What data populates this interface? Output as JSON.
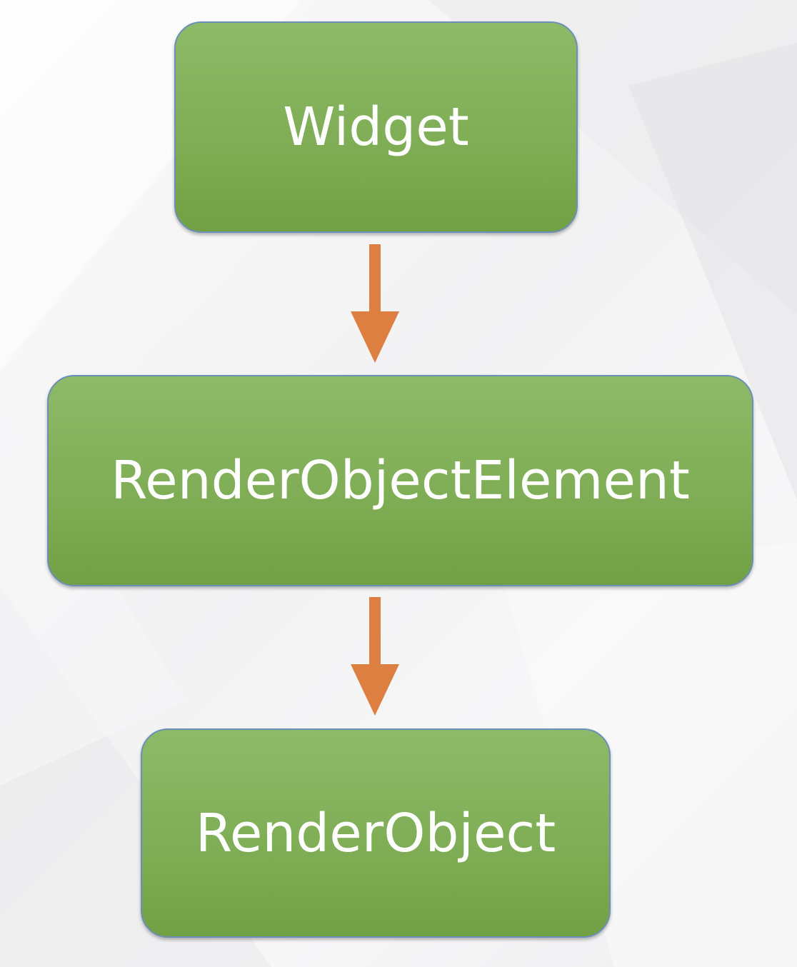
{
  "diagram": {
    "nodes": [
      {
        "id": "widget",
        "label": "Widget"
      },
      {
        "id": "render-object-element",
        "label": "RenderObjectElement"
      },
      {
        "id": "render-object",
        "label": "RenderObject"
      }
    ],
    "edges": [
      {
        "from": "widget",
        "to": "render-object-element"
      },
      {
        "from": "render-object-element",
        "to": "render-object"
      }
    ]
  },
  "colors": {
    "node_fill": "#7fae56",
    "node_border": "#6b8fb8",
    "node_text": "#ffffff",
    "arrow": "#dc7f40",
    "background": "#f4f4f5"
  }
}
